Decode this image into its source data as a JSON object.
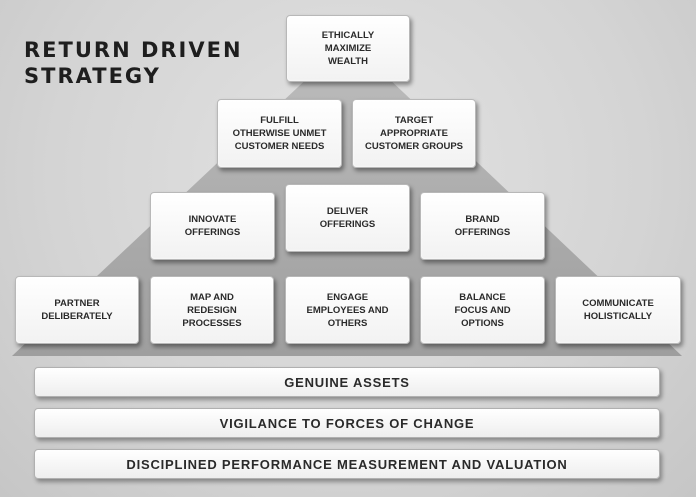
{
  "title": {
    "line1": "RETURN DRIVEN",
    "line2": "STRATEGY"
  },
  "tiers": {
    "apex": [
      "ETHICALLY\nMAXIMIZE\nWEALTH"
    ],
    "second": [
      "FULFILL\nOTHERWISE UNMET\nCUSTOMER NEEDS",
      "TARGET\nAPPROPRIATE\nCUSTOMER GROUPS"
    ],
    "third": [
      "INNOVATE\nOFFERINGS",
      "DELIVER\nOFFERINGS",
      "BRAND\nOFFERINGS"
    ],
    "fourth": [
      "PARTNER\nDELIBERATELY",
      "MAP AND\nREDESIGN\nPROCESSES",
      "ENGAGE\nEMPLOYEES AND\nOTHERS",
      "BALANCE\nFOCUS AND\nOPTIONS",
      "COMMUNICATE\nHOLISTICALLY"
    ]
  },
  "foundations": [
    "GENUINE ASSETS",
    "VIGILANCE TO FORCES OF CHANGE",
    "DISCIPLINED PERFORMANCE MEASUREMENT AND VALUATION"
  ],
  "colors": {
    "background": "#d6d6d6",
    "pyramid": "#a8a8a8",
    "box": "#f7f7f7",
    "text": "#2a2a2a"
  }
}
